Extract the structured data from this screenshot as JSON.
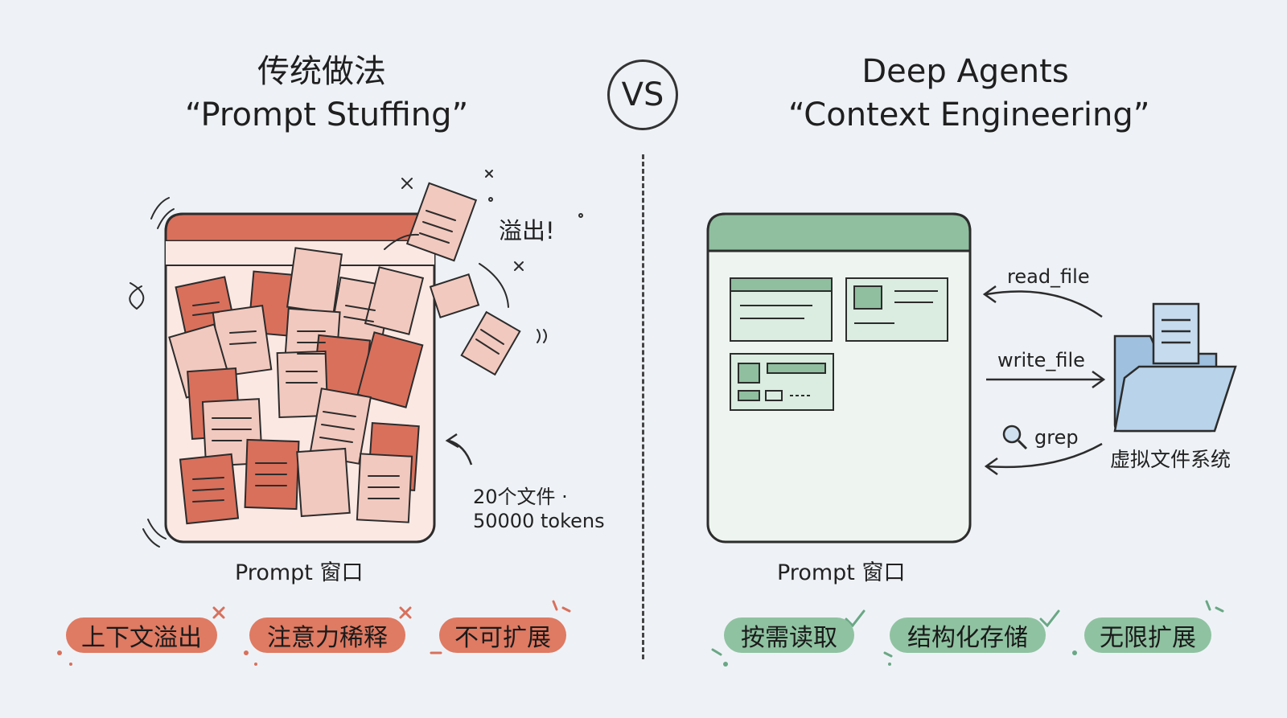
{
  "left": {
    "title_line1": "传统做法",
    "title_line2": "“Prompt Stuffing”",
    "overflow_label": "溢出!",
    "file_count": "20个文件 ·",
    "token_count": "50000 tokens",
    "window_label": "Prompt 窗口",
    "pills": [
      "上下文溢出",
      "注意力稀释",
      "不可扩展"
    ]
  },
  "vs_label": "VS",
  "right": {
    "title_line1": "Deep Agents",
    "title_line2": "“Context Engineering”",
    "window_label": "Prompt 窗口",
    "ops": [
      "read_file",
      "write_file",
      "grep"
    ],
    "fs_label": "虚拟文件系统",
    "pills": [
      "按需读取",
      "结构化存储",
      "无限扩展"
    ]
  },
  "colors": {
    "red_accent": "#d9705c",
    "paper_light": "#f2c9bf",
    "green_accent": "#8fbf9f",
    "background": "#eef2f6",
    "folder_blue": "#b8d3ea"
  }
}
